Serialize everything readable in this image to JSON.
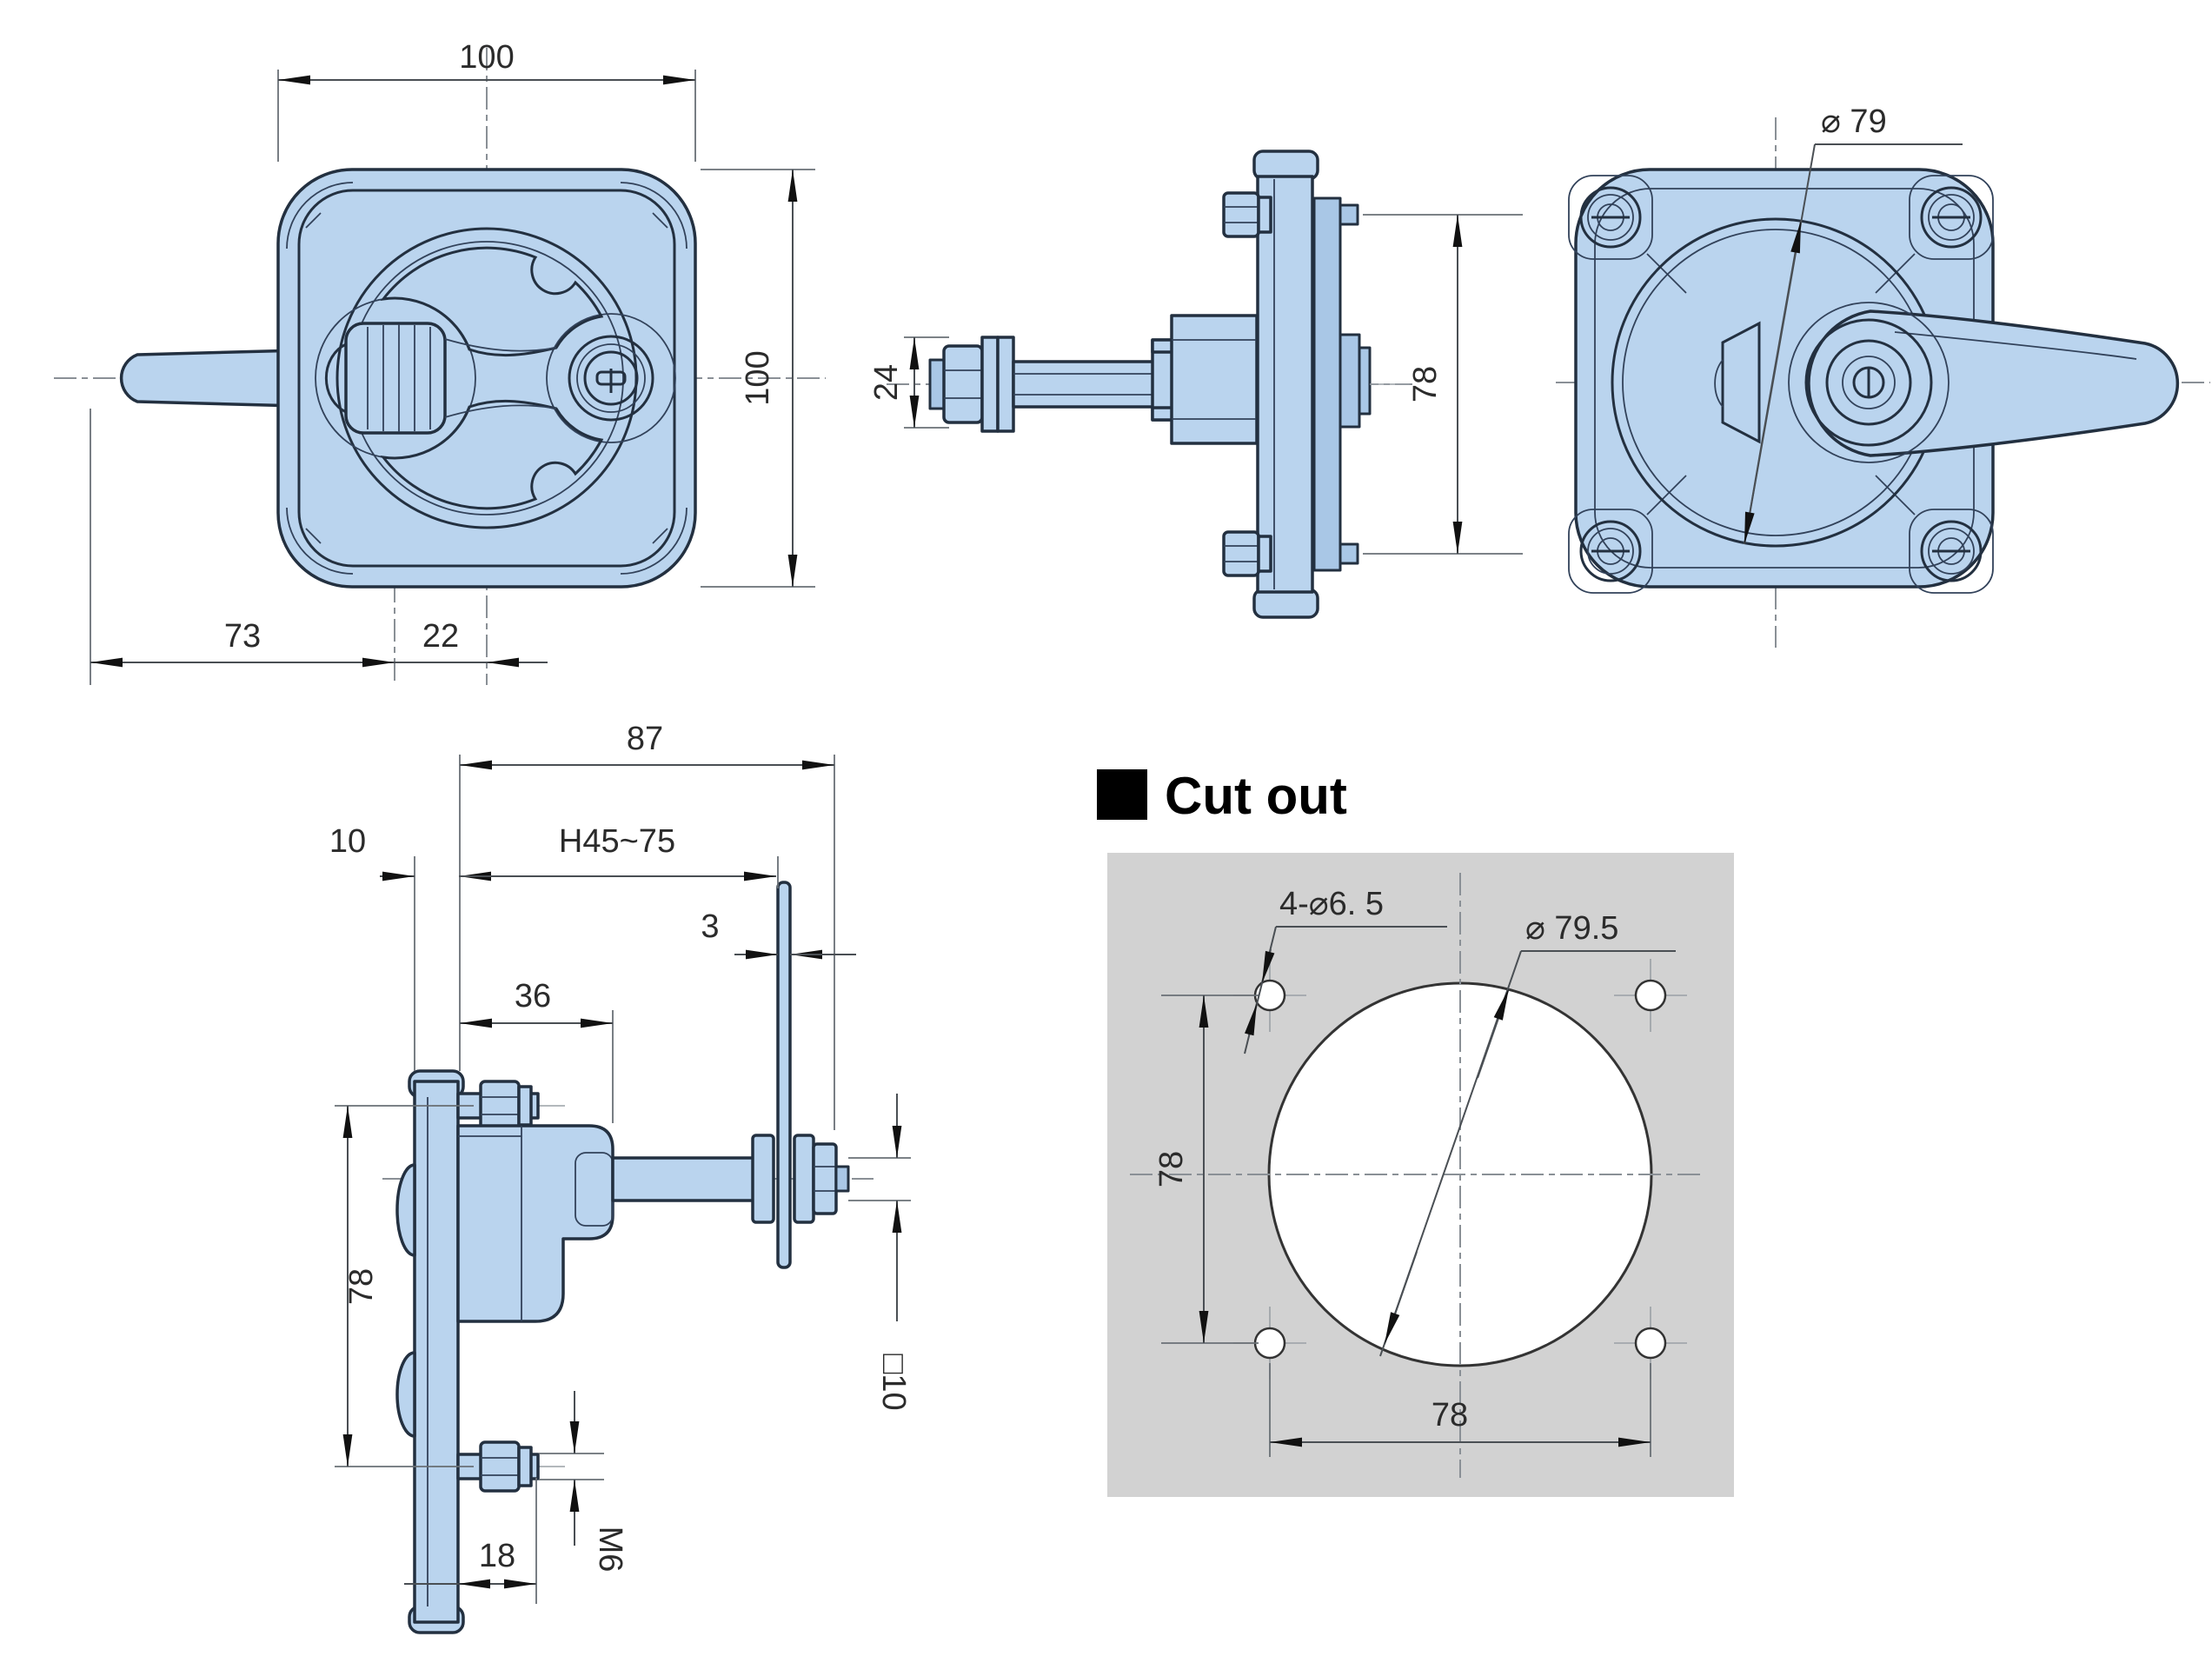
{
  "drawing_type": "technical-dimension-drawing",
  "part": "folding T-handle compression latch",
  "colors": {
    "part_fill": "#bad4ee",
    "part_fill_dark": "#a9c7e6",
    "outline": "#233040",
    "dimension_line": "#4a4f54",
    "centerline": "#8a9096",
    "text": "#2b2b2b",
    "cutout_panel": "#d2d2d2",
    "background": "#ffffff",
    "arrow": "#111111"
  },
  "views": {
    "front": {
      "dim_width": "100",
      "dim_height": "100",
      "dim_handle_length": "73",
      "dim_handle_offset": "22"
    },
    "side": {
      "dim_thread_length": "24",
      "dim_bolt_spacing": "78"
    },
    "rear": {
      "dim_rotor_diameter": "⌀ 79"
    },
    "profile": {
      "dim_total_depth": "87",
      "dim_front_lip": "10",
      "dim_grip_range": "H45~75",
      "dim_blade_thickness": "3",
      "dim_housing_depth": "36",
      "dim_stud_spacing": "78",
      "dim_stud_length": "18",
      "dim_stud_thread": "M6",
      "dim_square_shaft": "□10"
    },
    "cutout": {
      "heading": "Cut out",
      "dim_corner_holes": "4-⌀6. 5",
      "dim_bore_diameter": "⌀ 79.5",
      "dim_hole_spacing_v": "78",
      "dim_hole_spacing_h": "78"
    }
  }
}
